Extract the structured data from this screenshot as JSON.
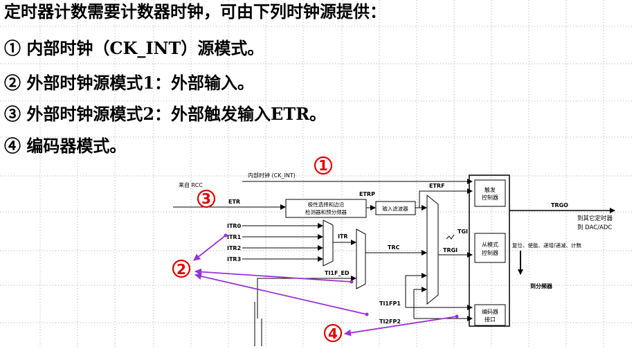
{
  "text_lines": [
    "定时器计数需要计数器时钟，可由下列时钟源提供：",
    "① 内部时钟（CK_INT）源模式。",
    "② 外部时钟源模式1：外部输入。",
    "③ 外部时钟源模式2：外部触发输入ETR。",
    "④ 编码器模式。"
  ],
  "diagram": {
    "callouts": [
      "①",
      "②",
      "③",
      "④"
    ],
    "labels": {
      "internal_clock": "内部时钟 (CK_INT)",
      "from_rcc": "来自 RCC",
      "etr": "ETR",
      "etrp": "ETRP",
      "etrf": "ETRF",
      "polarity_box_line1": "极性选择和边沿",
      "polarity_box_line2": "检测器和预分频器",
      "input_filter": "输入滤波器",
      "itr0": "ITR0",
      "itr1": "ITR1",
      "itr2": "ITR2",
      "itr3": "ITR3",
      "itr": "ITR",
      "trc": "TRC",
      "trgi": "TRGI",
      "tgi": "TGI",
      "ti1f_ed": "TI1F_ED",
      "ti1fp1": "TI1FP1",
      "ti2fp2": "TI2FP2",
      "trigger_ctrl_1": "触发",
      "trigger_ctrl_2": "控制器",
      "slave_ctrl_1": "从模式",
      "slave_ctrl_2": "控制器",
      "encoder_1": "编码器",
      "encoder_2": "接口",
      "trgo": "TRGO",
      "to_other_timers": "到其它定时器",
      "to_dac_adc": "到 DAC/ADC",
      "slave_modes": "复位、使能、递增/递减、计数",
      "to_prescaler": "到分频器"
    },
    "colors": {
      "callout": "#e00000",
      "arrow": "#9b30d9",
      "line": "#000000"
    }
  }
}
